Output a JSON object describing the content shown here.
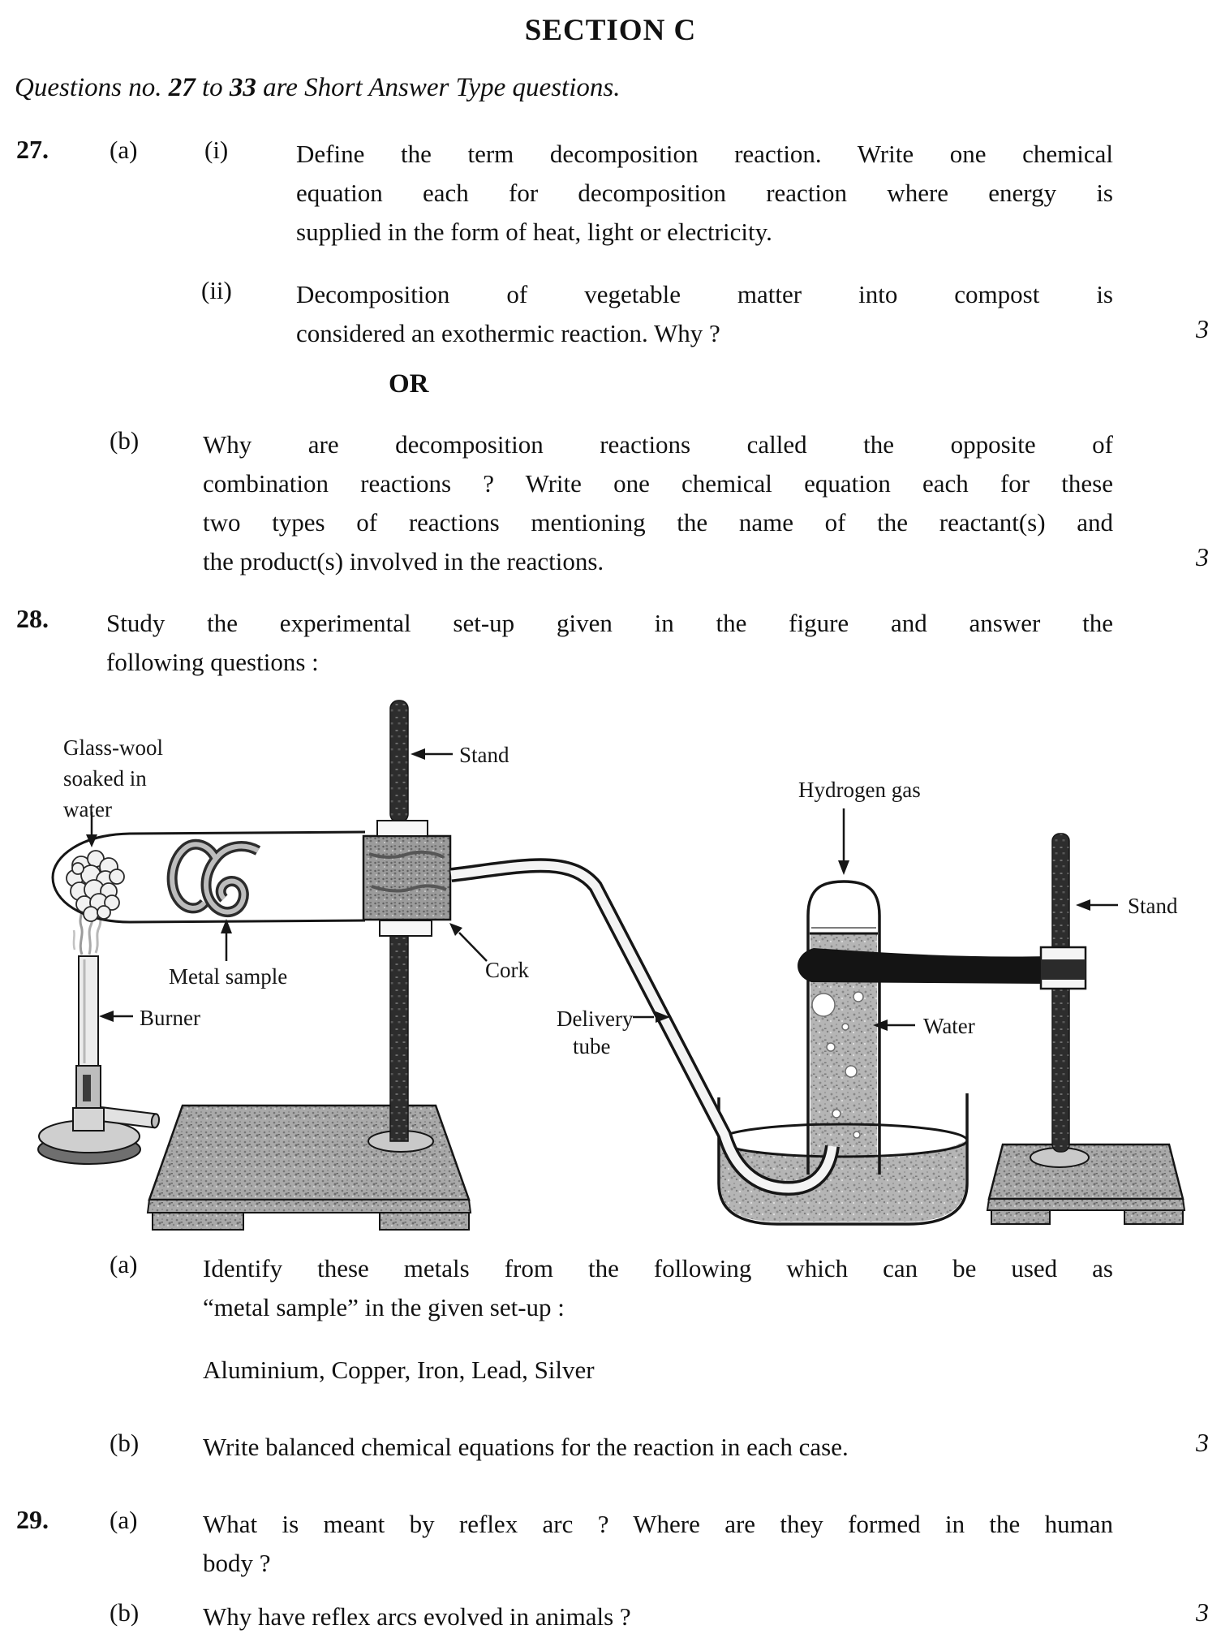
{
  "section_title": "SECTION C",
  "intro": {
    "prefix": "Questions no. ",
    "num1": "27",
    "mid": " to ",
    "num2": "33",
    "suffix": " are Short Answer Type questions."
  },
  "q27": {
    "number": "27.",
    "a_label": "(a)",
    "i_label": "(i)",
    "a_i_lines": [
      "Define the term decomposition reaction. Write one chemical",
      "equation each for decomposition reaction where energy is",
      "supplied in the form of heat, light or electricity."
    ],
    "ii_label": "(ii)",
    "a_ii_lines": [
      "Decomposition of vegetable matter into compost is",
      "considered an exothermic reaction. Why ?"
    ],
    "a_marks": "3",
    "or_label": "OR",
    "b_label": "(b)",
    "b_lines": [
      "Why are decomposition reactions called the opposite of",
      "combination reactions ? Write one chemical equation each for these",
      "two types of reactions mentioning the name of the reactant(s) and",
      "the product(s) involved in the reactions."
    ],
    "b_marks": "3"
  },
  "q28": {
    "number": "28.",
    "stem_lines": [
      "Study the experimental set-up given in the figure and answer the",
      "following questions :"
    ],
    "a_label": "(a)",
    "a_lines": [
      "Identify these metals from the following which can be used as",
      "“metal sample” in the given set-up :"
    ],
    "a_options": "Aluminium, Copper, Iron, Lead, Silver",
    "b_label": "(b)",
    "b_line": "Write balanced chemical equations for the reaction in each case.",
    "b_marks": "3"
  },
  "q29": {
    "number": "29.",
    "a_label": "(a)",
    "a_lines": [
      "What is meant by reflex arc ? Where are they formed in the human",
      "body ?"
    ],
    "b_label": "(b)",
    "b_line": "Why have reflex arcs evolved in animals ?",
    "b_marks": "3"
  },
  "figure": {
    "labels": {
      "glass_wool": [
        "Glass-wool",
        "soaked in",
        "water"
      ],
      "stand_left": "Stand",
      "metal_sample": "Metal sample",
      "burner": "Burner",
      "cork": "Cork",
      "delivery": [
        "Delivery",
        "tube"
      ],
      "hydrogen_gas": "Hydrogen gas",
      "water": "Water",
      "stand_right": "Stand"
    },
    "ink_color": "#161616"
  }
}
